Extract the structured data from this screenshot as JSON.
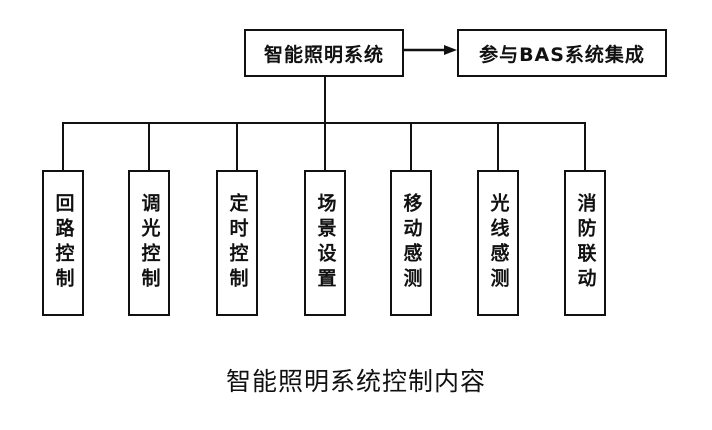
{
  "diagram": {
    "root": {
      "label": "智能照明系统"
    },
    "integration": {
      "label": "参与BAS系统集成"
    },
    "children": [
      {
        "label": "回路控制"
      },
      {
        "label": "调光控制"
      },
      {
        "label": "定时控制"
      },
      {
        "label": "场景设置"
      },
      {
        "label": "移动感测"
      },
      {
        "label": "光线感测"
      },
      {
        "label": "消防联动"
      }
    ],
    "caption": "智能照明系统控制内容",
    "colors": {
      "line": "#111111",
      "background": "#ffffff"
    }
  }
}
